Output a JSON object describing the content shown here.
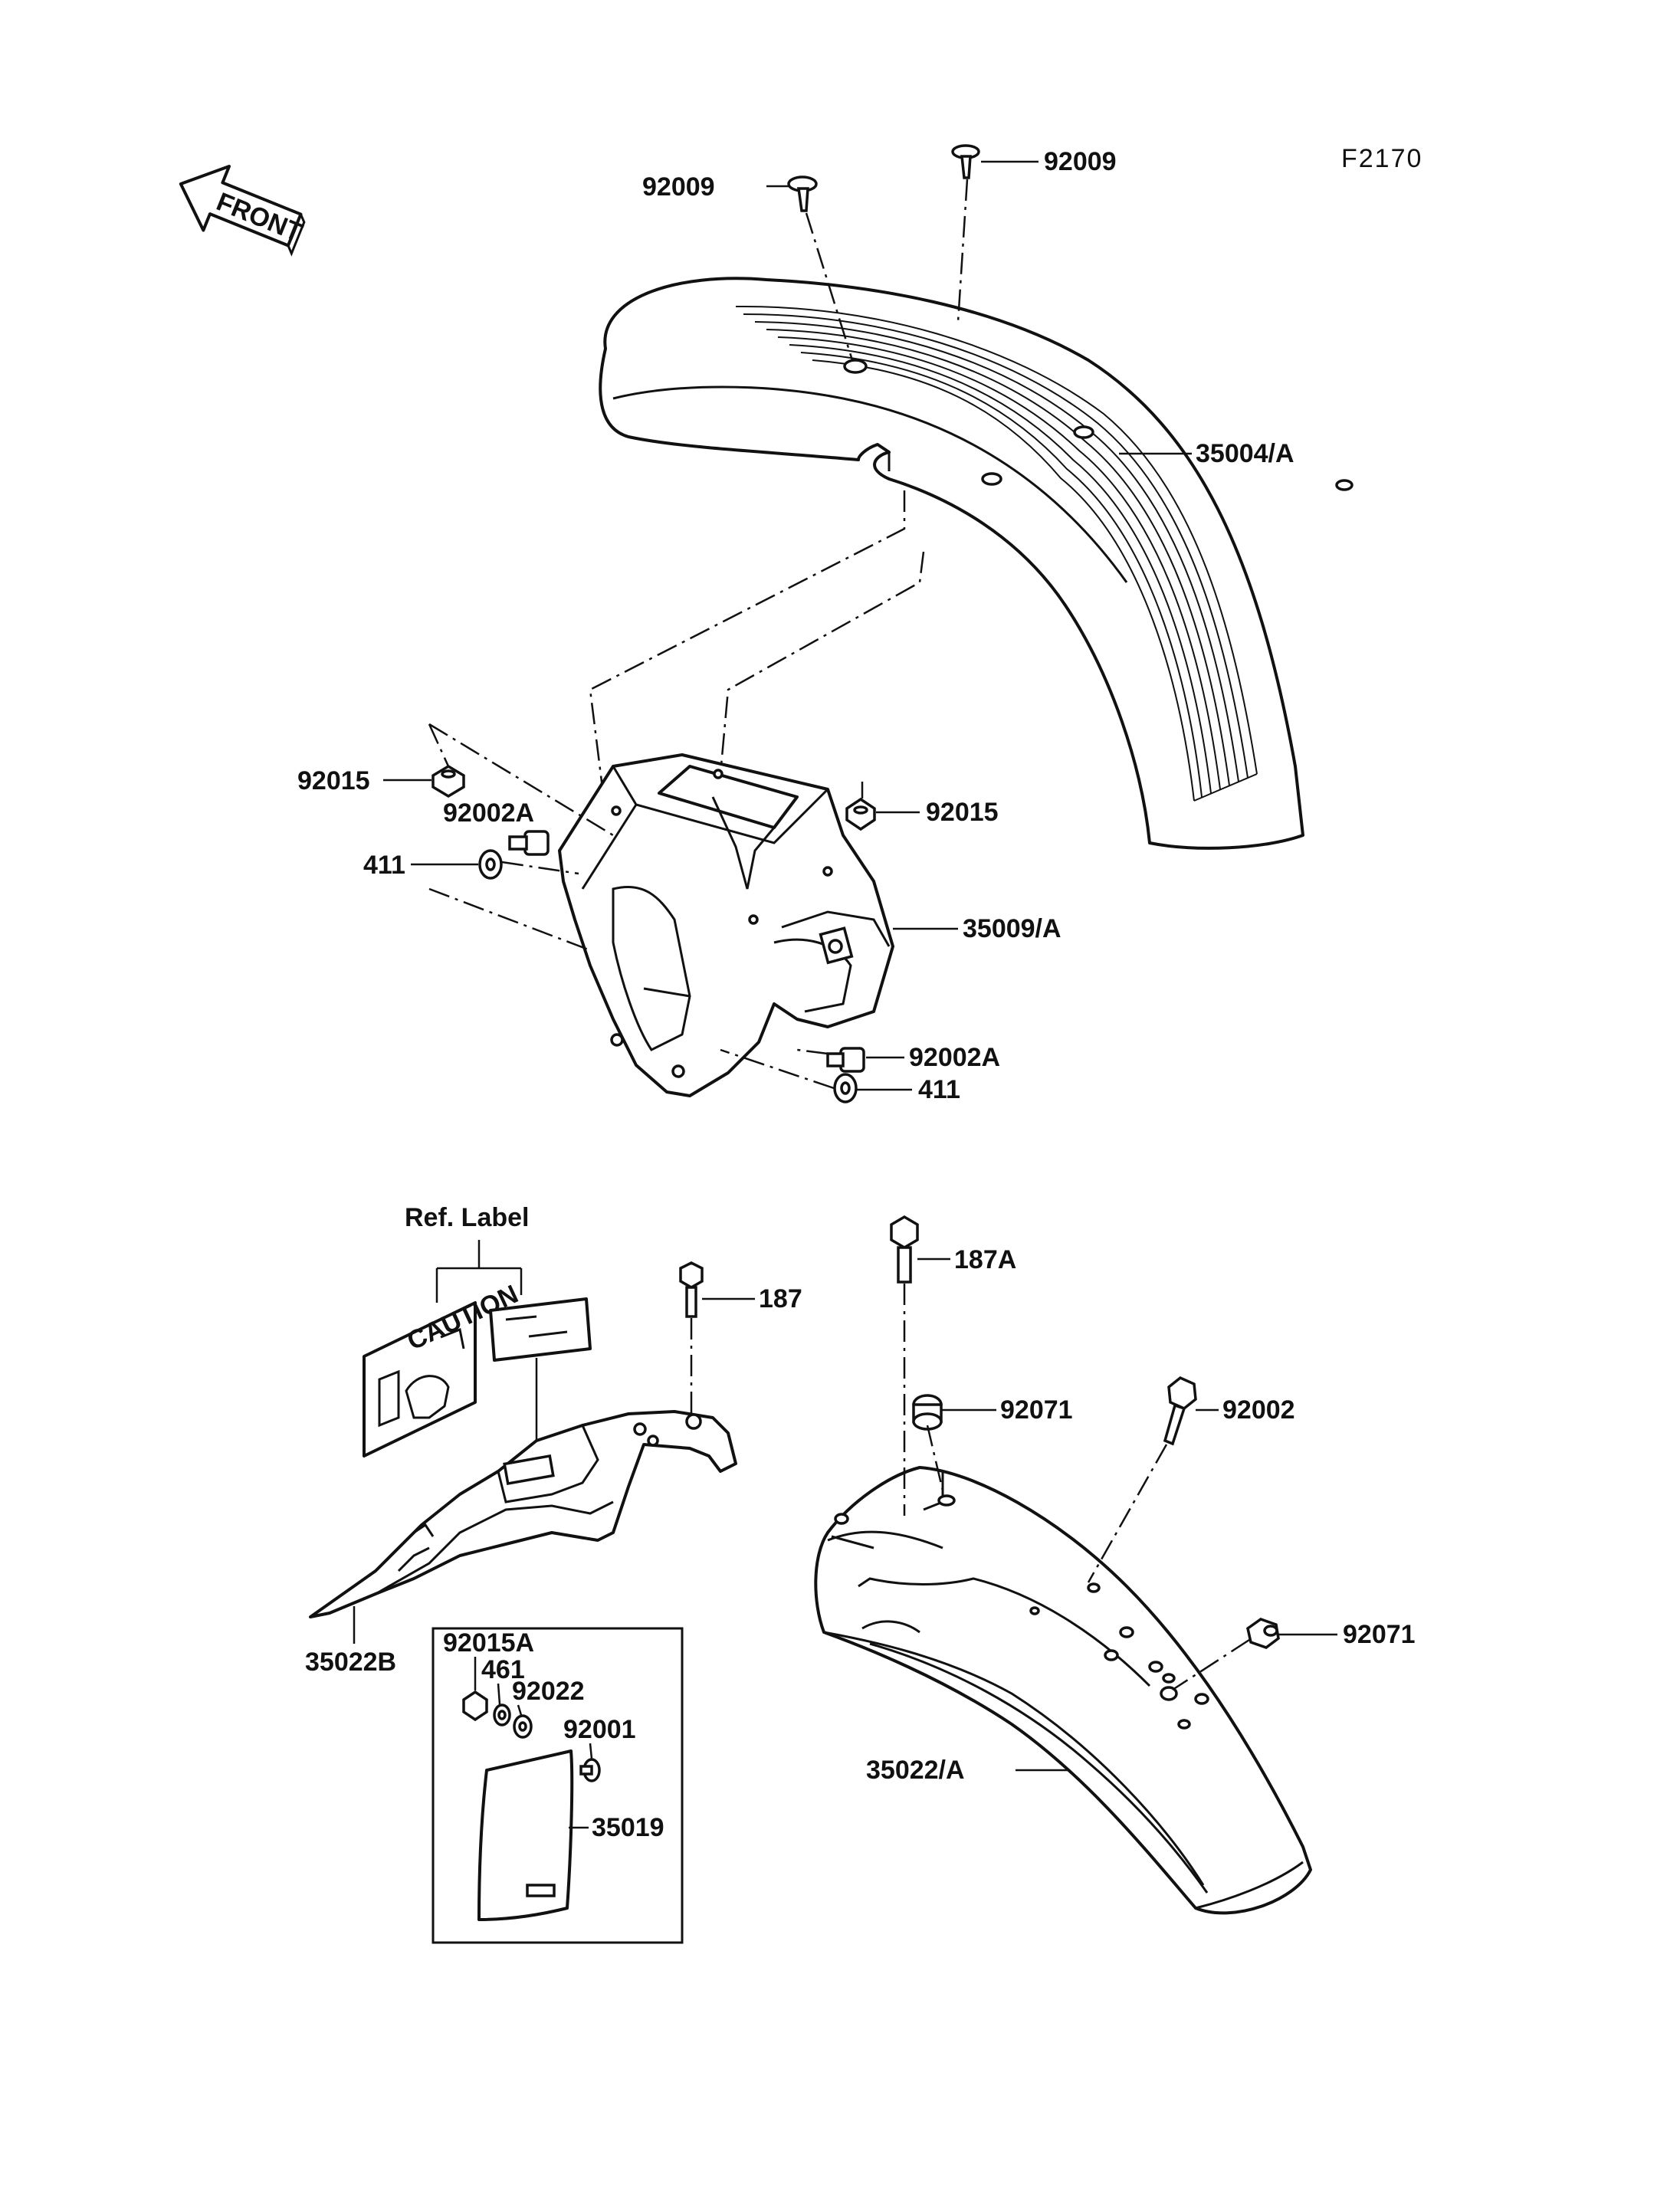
{
  "figure_code": "F2170",
  "front_arrow_label": "FRONT",
  "ref_label_title": "Ref. Label",
  "caution_text": "CAUTION",
  "part_numbers": {
    "p92009_left": "92009",
    "p92009_right": "92009",
    "p35004A": "35004/A",
    "p92015_left": "92015",
    "p92002A_left": "92002A",
    "p411_left": "411",
    "p92015_right": "92015",
    "p35009A": "35009/A",
    "p92002A_right": "92002A",
    "p411_right": "411",
    "p187": "187",
    "p187A": "187A",
    "p92071_top": "92071",
    "p92002": "92002",
    "p92071_side": "92071",
    "p35022B": "35022B",
    "p92015A": "92015A",
    "p461": "461",
    "p92022": "92022",
    "p92001": "92001",
    "p35019": "35019",
    "p35022A": "35022/A"
  }
}
